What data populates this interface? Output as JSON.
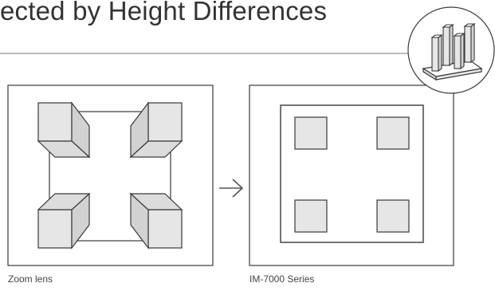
{
  "title": "ected by Height Differences",
  "panels": {
    "left": {
      "caption": "Zoom lens"
    },
    "right": {
      "caption": "IM-7000 Series"
    }
  },
  "icons": {
    "arrow": "right-arrow-icon",
    "badge": "height-difference-pins-icon"
  },
  "colors": {
    "stroke": "#3a3a3a",
    "fill_face": "#e6e6e6",
    "fill_side": "#d2d2d2",
    "background": "#ffffff"
  }
}
